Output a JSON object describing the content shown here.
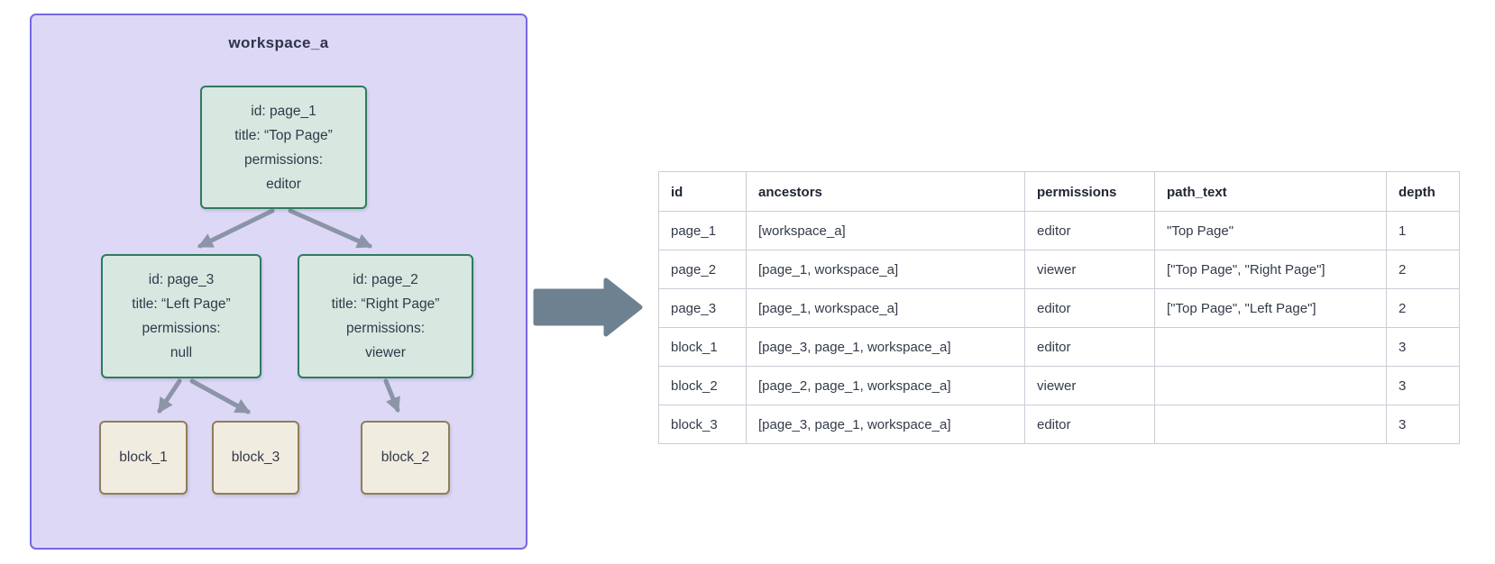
{
  "palette": {
    "workspace_fill": "#ded8f7",
    "workspace_border": "#7468e4",
    "page_fill": "#d7e8e0",
    "page_border": "#2f7b5e",
    "block_fill": "#f1ece0",
    "block_border": "#8d7f58",
    "edge_arrow_color": "#8b95a7",
    "big_arrow_color": "#6e8191",
    "table_border": "#c9ced6",
    "text_dark": "#31394a"
  },
  "diagram": {
    "workspace_label": "workspace_a",
    "nodes": {
      "page_1": {
        "lines": [
          "id: page_1",
          "title: “Top Page”",
          "permissions:",
          "editor"
        ]
      },
      "page_3": {
        "lines": [
          "id: page_3",
          "title: “Left Page”",
          "permissions:",
          "null"
        ]
      },
      "page_2": {
        "lines": [
          "id: page_2",
          "title: “Right Page”",
          "permissions:",
          "viewer"
        ]
      },
      "block_1": {
        "label": "block_1"
      },
      "block_3": {
        "label": "block_3"
      },
      "block_2": {
        "label": "block_2"
      }
    }
  },
  "table": {
    "columns": [
      "id",
      "ancestors",
      "permissions",
      "path_text",
      "depth"
    ],
    "rows": [
      [
        "page_1",
        "[workspace_a]",
        "editor",
        "\"Top Page\"",
        "1"
      ],
      [
        "page_2",
        "[page_1, workspace_a]",
        "viewer",
        "[\"Top Page\", \"Right Page\"]",
        "2"
      ],
      [
        "page_3",
        "[page_1, workspace_a]",
        "editor",
        "[\"Top Page\", \"Left Page\"]",
        "2"
      ],
      [
        "block_1",
        "[page_3, page_1, workspace_a]",
        "editor",
        "",
        "3"
      ],
      [
        "block_2",
        "[page_2, page_1, workspace_a]",
        "viewer",
        "",
        "3"
      ],
      [
        "block_3",
        "[page_3, page_1, workspace_a]",
        "editor",
        "",
        "3"
      ]
    ]
  }
}
